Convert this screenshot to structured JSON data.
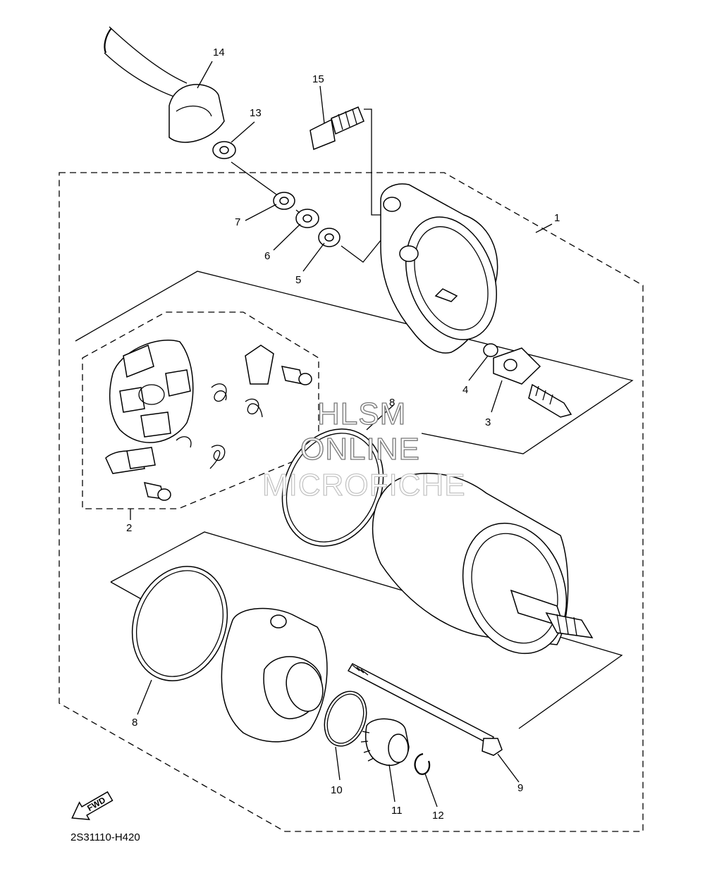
{
  "watermark": {
    "line1": "HLSM",
    "line2": "ONLINE",
    "line3": "MICROFICHE"
  },
  "diagram_code": "2S31110-H420",
  "direction_marker": "FWD",
  "callouts": [
    "1",
    "2",
    "3",
    "4",
    "5",
    "6",
    "7",
    "8",
    "8",
    "9",
    "10",
    "11",
    "12",
    "13",
    "14",
    "15"
  ],
  "colors": {
    "ink": "#000000",
    "background": "#ffffff",
    "watermark_stroke": "#777777"
  }
}
